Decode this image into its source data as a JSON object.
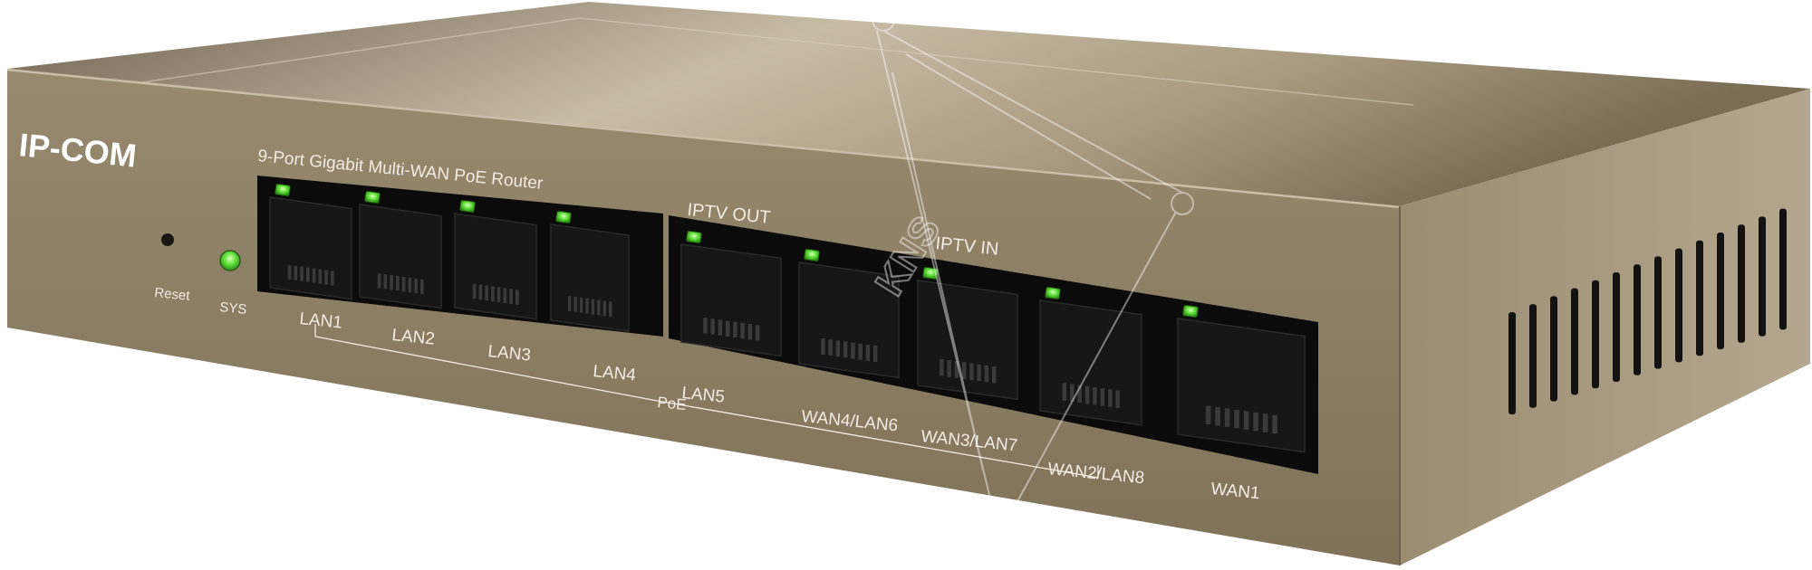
{
  "device": {
    "brand": "IP-COM",
    "model_text": "9-Port Gigabit  Multi-WAN PoE Router",
    "watermark": "KNS",
    "colors": {
      "body": "#8d7f64",
      "top": "#b2a68d",
      "led_green": "#5fe03a",
      "port_black": "#0b0b0b"
    }
  },
  "front_panel": {
    "reset_label": "Reset",
    "sys_label": "SYS",
    "poe_label": "PoE",
    "iptv_out_label": "IPTV OUT",
    "iptv_in_label": "IPTV IN",
    "ports": [
      {
        "label": "LAN1",
        "led": "on"
      },
      {
        "label": "LAN2",
        "led": "on"
      },
      {
        "label": "LAN3",
        "led": "on"
      },
      {
        "label": "LAN4",
        "led": "on"
      },
      {
        "label": "LAN5",
        "led": "on"
      },
      {
        "label": "WAN4/LAN6",
        "led": "on"
      },
      {
        "label": "WAN3/LAN7",
        "led": "on"
      },
      {
        "label": "WAN2/LAN8",
        "led": "on"
      },
      {
        "label": "WAN1",
        "led": "on"
      }
    ]
  }
}
